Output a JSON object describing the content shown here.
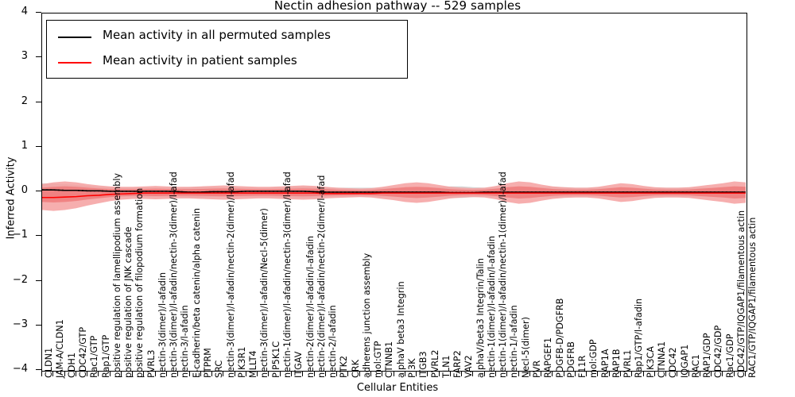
{
  "chart_data": {
    "type": "line",
    "title": "Nectin adhesion pathway -- 529 samples",
    "xlabel": "Cellular Entities",
    "ylabel": "Inferred Activity",
    "ylim": [
      -4,
      4
    ],
    "yticks": [
      4,
      3,
      2,
      1,
      0,
      -1,
      -2,
      -3,
      -4
    ],
    "grid": false,
    "legend_position": "upper left",
    "legend": [
      {
        "label": "Mean activity in all permuted samples",
        "color": "#000000"
      },
      {
        "label": "Mean activity in patient samples",
        "color": "#ff0000"
      }
    ],
    "band_colors": {
      "permuted": "#c8c8c8",
      "patient": "#f4a0a0",
      "patient_inner": "#ef7b7b"
    },
    "categories": [
      "CLDN1",
      "JAM-A/CLDN1",
      "CDH1",
      "CDC42/GTP",
      "Rac1/GTP",
      "Rap1/GTP",
      "positive regulation of lamellipodium assembly",
      "positive regulation of JNK cascade",
      "positive regulation of filopodium formation",
      "PVRL3",
      "nectin-3(dimer)/l-afadin",
      "nectin-3(dimer)/l-afadin/nectin-3(dimer)/l-afad",
      "nectin-3/l-afadin",
      "E-cadherin/beta catenin/alpha catenin",
      "PTPRM",
      "SRC",
      "nectin-3(dimer)/l-afadin/nectin-2(dimer)/l-afad",
      "PIK3R1",
      "MLLT4",
      "nectin-3(dimer)/l-afadin/Necl-5(dimer)",
      "PIP5K1C",
      "nectin-1(dimer)/l-afadin/nectin-3(dimer)/l-afad",
      "ITGAV",
      "nectin-2(dimer)/l-afadin/l-afadin",
      "nectin-2(dimer)/l-afadin/nectin-2(dimer/l-afad",
      "nectin-2/l-afadin",
      "PTK2",
      "CRK",
      "adherens junction assembly",
      "mol:GTP",
      "CTNNB1",
      "alphaV beta3 Integrin",
      "PI3K",
      "ITGB3",
      "PVRL2",
      "TLN1",
      "FARP2",
      "VAV2",
      "alphaV/beta3 Integrin/Talin",
      "nectin-1(dimer)/l-afadin/l-afadin",
      "nectin-1(dimer)/l-afadin/nectin-1(dimer)/l-afad",
      "nectin-1/l-afadin",
      "Necl-5(dimer)",
      "PVR",
      "RAPGEF1",
      "PDGFB-D/PDGFRB",
      "PDGFRB",
      "F11R",
      "mol:GDP",
      "RAP1A",
      "RAP1B",
      "PVRL1",
      "Rap1/GTP/l-afadin",
      "PIK3CA",
      "CTNNA1",
      "CDC42",
      "IQGAP1",
      "RAC1",
      "RAP1/GDP",
      "CDC42/GDP",
      "Rac1/GDP",
      "CDC42/GTP/IQGAP1/filamentous actin",
      "RAC1/GTP/IQGAP1/filamentous actin"
    ],
    "series": [
      {
        "name": "Mean activity in all permuted samples",
        "color": "#000000",
        "style": "solid",
        "values": [
          0.05,
          0.05,
          0.04,
          0.04,
          0.03,
          0.03,
          0.02,
          0.02,
          0.02,
          0.02,
          0.02,
          0.02,
          0.01,
          0.0,
          0.0,
          0.01,
          0.01,
          0.01,
          0.02,
          0.02,
          0.02,
          0.02,
          0.02,
          0.02,
          0.01,
          0.0,
          0.0,
          0.0,
          0.0,
          0.0,
          0.0,
          0.0,
          0.0,
          0.0,
          0.0,
          0.0,
          -0.01,
          -0.01,
          -0.01,
          0.0,
          0.0,
          0.0,
          0.0,
          0.0,
          0.0,
          0.0,
          0.0,
          0.0,
          0.0,
          0.0,
          0.0,
          0.0,
          0.0,
          0.0,
          0.0,
          0.0,
          0.0,
          0.0,
          0.0,
          0.0,
          0.0,
          0.0,
          0.0
        ]
      },
      {
        "name": "Mean activity in all permuted samples (dotted overlay)",
        "color": "#000000",
        "style": "dotted",
        "values": [
          0.05,
          0.05,
          0.04,
          0.04,
          0.03,
          0.03,
          0.02,
          0.02,
          0.02,
          0.02,
          0.02,
          0.02,
          0.01,
          0.0,
          0.0,
          0.01,
          0.01,
          0.01,
          0.02,
          0.02,
          0.02,
          0.02,
          0.02,
          0.02,
          0.01,
          0.0,
          0.0,
          0.0,
          0.0,
          0.0,
          0.0,
          0.0,
          0.0,
          0.0,
          0.0,
          0.0,
          -0.01,
          -0.01,
          -0.01,
          0.0,
          0.0,
          0.0,
          0.0,
          0.0,
          0.0,
          0.0,
          0.0,
          0.0,
          0.0,
          0.0,
          0.0,
          0.0,
          0.0,
          0.0,
          0.0,
          0.0,
          0.0,
          0.0,
          0.0,
          0.0,
          0.0,
          0.0,
          0.0
        ]
      },
      {
        "name": "Mean activity in patient samples",
        "color": "#ff0000",
        "style": "solid",
        "values": [
          -0.12,
          -0.12,
          -0.11,
          -0.1,
          -0.08,
          -0.07,
          -0.05,
          -0.04,
          -0.03,
          -0.02,
          -0.02,
          -0.02,
          -0.02,
          -0.02,
          -0.02,
          -0.02,
          -0.02,
          -0.02,
          -0.02,
          -0.02,
          -0.02,
          -0.02,
          -0.02,
          -0.02,
          -0.02,
          -0.03,
          -0.03,
          -0.03,
          -0.03,
          -0.03,
          -0.02,
          -0.02,
          -0.02,
          -0.02,
          -0.02,
          -0.02,
          -0.02,
          -0.02,
          -0.02,
          -0.02,
          -0.02,
          -0.02,
          -0.02,
          -0.02,
          -0.02,
          -0.02,
          -0.02,
          -0.02,
          -0.02,
          -0.02,
          -0.02,
          -0.02,
          -0.02,
          -0.02,
          -0.02,
          -0.02,
          -0.02,
          -0.02,
          -0.02,
          -0.02,
          -0.02,
          -0.02,
          -0.02
        ]
      }
    ],
    "bands": {
      "permuted_upper": [
        0.2,
        0.19,
        0.18,
        0.16,
        0.14,
        0.12,
        0.11,
        0.1,
        0.1,
        0.1,
        0.1,
        0.1,
        0.1,
        0.11,
        0.12,
        0.11,
        0.1,
        0.1,
        0.1,
        0.1,
        0.1,
        0.11,
        0.12,
        0.13,
        0.12,
        0.1,
        0.1,
        0.1,
        0.1,
        0.1,
        0.1,
        0.1,
        0.1,
        0.1,
        0.1,
        0.11,
        0.13,
        0.13,
        0.11,
        0.1,
        0.1,
        0.1,
        0.1,
        0.1,
        0.11,
        0.12,
        0.11,
        0.1,
        0.1,
        0.1,
        0.1,
        0.1,
        0.1,
        0.1,
        0.1,
        0.1,
        0.1,
        0.1,
        0.1,
        0.1,
        0.12,
        0.13,
        0.12
      ],
      "permuted_lower": [
        -0.2,
        -0.19,
        -0.18,
        -0.16,
        -0.14,
        -0.12,
        -0.11,
        -0.1,
        -0.1,
        -0.1,
        -0.1,
        -0.1,
        -0.1,
        -0.11,
        -0.12,
        -0.11,
        -0.1,
        -0.1,
        -0.1,
        -0.1,
        -0.1,
        -0.11,
        -0.12,
        -0.13,
        -0.12,
        -0.1,
        -0.1,
        -0.1,
        -0.1,
        -0.1,
        -0.1,
        -0.1,
        -0.1,
        -0.1,
        -0.1,
        -0.11,
        -0.13,
        -0.13,
        -0.11,
        -0.1,
        -0.1,
        -0.1,
        -0.1,
        -0.1,
        -0.11,
        -0.12,
        -0.11,
        -0.1,
        -0.1,
        -0.1,
        -0.1,
        -0.1,
        -0.1,
        -0.1,
        -0.1,
        -0.1,
        -0.1,
        -0.1,
        -0.1,
        -0.1,
        -0.12,
        -0.13,
        -0.12
      ],
      "patient_upper": [
        0.18,
        0.22,
        0.24,
        0.22,
        0.18,
        0.15,
        0.13,
        0.12,
        0.12,
        0.13,
        0.14,
        0.13,
        0.12,
        0.12,
        0.13,
        0.14,
        0.15,
        0.14,
        0.13,
        0.12,
        0.12,
        0.13,
        0.14,
        0.15,
        0.14,
        0.12,
        0.1,
        0.09,
        0.08,
        0.09,
        0.12,
        0.16,
        0.2,
        0.22,
        0.2,
        0.16,
        0.12,
        0.1,
        0.09,
        0.1,
        0.14,
        0.2,
        0.24,
        0.22,
        0.17,
        0.13,
        0.11,
        0.1,
        0.1,
        0.12,
        0.16,
        0.2,
        0.18,
        0.14,
        0.11,
        0.1,
        0.1,
        0.11,
        0.14,
        0.17,
        0.2,
        0.24,
        0.22
      ],
      "patient_lower": [
        -0.4,
        -0.42,
        -0.4,
        -0.36,
        -0.3,
        -0.25,
        -0.2,
        -0.17,
        -0.15,
        -0.15,
        -0.16,
        -0.15,
        -0.14,
        -0.14,
        -0.15,
        -0.16,
        -0.17,
        -0.16,
        -0.15,
        -0.14,
        -0.14,
        -0.15,
        -0.16,
        -0.17,
        -0.16,
        -0.14,
        -0.13,
        -0.12,
        -0.11,
        -0.12,
        -0.15,
        -0.18,
        -0.22,
        -0.24,
        -0.22,
        -0.18,
        -0.14,
        -0.12,
        -0.11,
        -0.12,
        -0.16,
        -0.22,
        -0.26,
        -0.24,
        -0.19,
        -0.15,
        -0.13,
        -0.12,
        -0.12,
        -0.14,
        -0.18,
        -0.22,
        -0.2,
        -0.16,
        -0.13,
        -0.12,
        -0.12,
        -0.13,
        -0.16,
        -0.19,
        -0.22,
        -0.26,
        -0.24
      ]
    }
  }
}
